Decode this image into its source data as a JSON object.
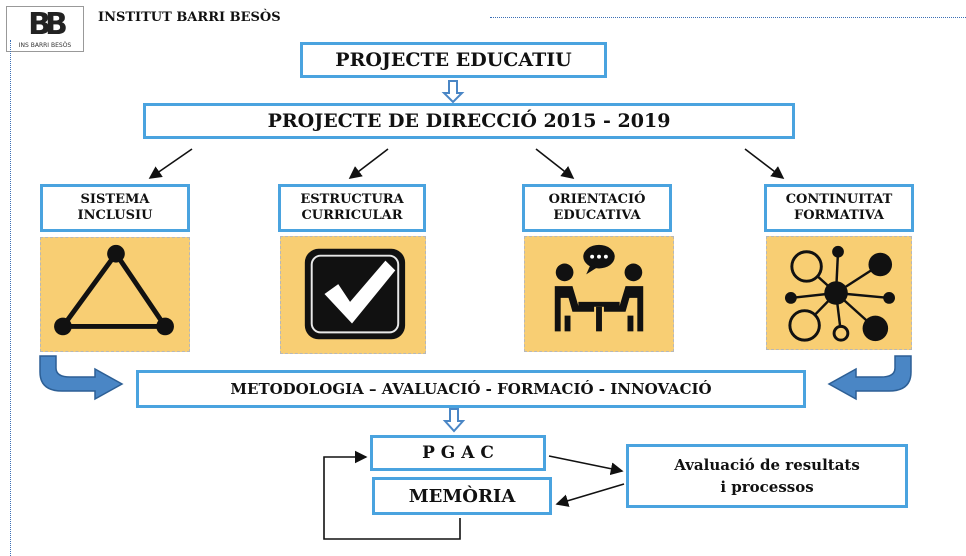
{
  "header": {
    "logo_text": "BB",
    "logo_subtext": "INS BARRI BESÒS",
    "school_name": "INSTITUT BARRI BESÒS"
  },
  "diagram": {
    "top_box": "PROJECTE EDUCATIU",
    "direction_box": "PROJECTE DE DIRECCIÓ 2015 - 2019",
    "pillars": [
      {
        "line1": "SISTEMA",
        "line2": "INCLUSIU",
        "icon": "triangle-network-icon"
      },
      {
        "line1": "ESTRUCTURA",
        "line2": "CURRICULAR",
        "icon": "checkmark-icon"
      },
      {
        "line1": "ORIENTACIÓ",
        "line2": "EDUCATIVA",
        "icon": "conversation-people-icon"
      },
      {
        "line1": "CONTINUITAT",
        "line2": "FORMATIVA",
        "icon": "network-nodes-icon"
      }
    ],
    "methodology_box": "METODOLOGIA – AVALUACIÓ - FORMACIÓ - INNOVACIÓ",
    "pgac_box": "P G A C",
    "memoria_box": "MEMÒRIA",
    "evaluation_box": {
      "line1": "Avaluació de resultats",
      "line2": "i processos"
    }
  },
  "colors": {
    "box_border": "#4aa3df",
    "icon_background": "#f8ce73",
    "connector_arrow": "#4a86c5"
  }
}
